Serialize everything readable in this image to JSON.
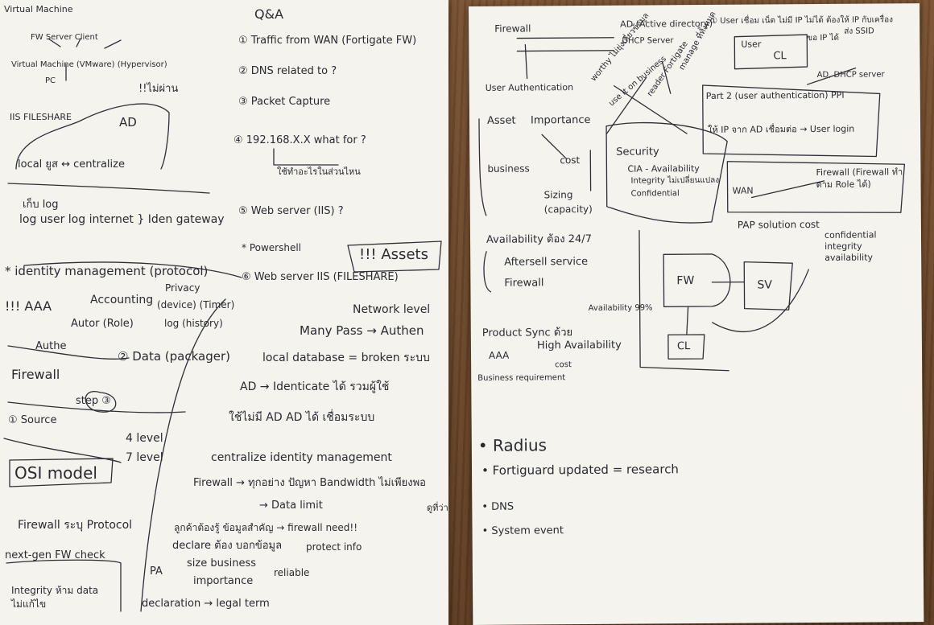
{
  "left_page": {
    "vm_title": "Virtual Machine",
    "vm_items": "FW  Server  Client",
    "vm_machine": "Virtual Machine (VMware) (Hypervisor)",
    "vm_pc": "PC",
    "mai_pass": "!!ไม่ผ่าน",
    "iis_fileshare": "IIS FILESHARE",
    "ad": "AD",
    "local_ad": "local  ยูส  ↔  centralize",
    "log_header": "เก็บ log",
    "log_line": "log user  log internet } Iden gateway",
    "identity": "* identity management (protocol)",
    "privacy": "Privacy",
    "device_timer": "(device) (Timer)",
    "aaa": "!!! AAA",
    "accounting": "Accounting",
    "autor": "Autor (Role)",
    "log_history": "log (history)",
    "authe": "Authe",
    "data_pack": "② Data (packager)",
    "firewall": "Firewall",
    "step3": "step ③",
    "source": "① Source",
    "four_level": "4 level",
    "seven_level": "7 level",
    "osi": "OSI model",
    "fw_protocol": "Firewall ระบุ Protocol",
    "next_gen": "next-gen FW  check",
    "integrity": "Integrity ห้าม data  ไม่แก้ไข"
  },
  "qa_page": {
    "qa_title": "Q&A",
    "q1": "① Traffic from WAN (Fortigate FW)",
    "q2": "② DNS related to ?",
    "q3": "③ Packet Capture",
    "q4": "④ 192.168.X.X     what for ?",
    "q4_note": "ใช้ทำอะไรในส่วนไหน",
    "q5": "⑤ Web server (IIS) ?",
    "powershell": "* Powershell",
    "q6": "⑥ Web server IIS (FILESHARE)",
    "assets": "!!! Assets",
    "network_level": "Network level",
    "many_pass": "Many Pass → Authen",
    "local_db": "local database = broken ระบบ",
    "ad_identicate": "AD → Identicate ได้ รวมผู้ใช้",
    "ad_line": "ใช้ไม่มี AD  AD ได้ เชื่อมระบบ",
    "centralize": "centralize identity management",
    "fw_bandwidth": "Firewall → ทุกอย่าง  ปัญหา Bandwidth ไม่เพียงพอ",
    "data_limit": "→ Data limit",
    "bw_note": "ดูที่ว่า",
    "declare_thai": "ลูกค้าต้องรู้ ข้อมูลสำคัญ → firewall need!!",
    "declare": "declare ต้อง บอกข้อมูล",
    "protect": "protect info",
    "pa": "PA",
    "size_business": "size business",
    "importance": "importance",
    "reliable": "reliable",
    "declaration": "declaration → legal term"
  },
  "right_page": {
    "firewall": "Firewall",
    "ad_active": "AD (Active directory)",
    "dhcp_server": "DHCP Server",
    "step1": "① User เชื่อม เน็ต ไม่มี IP ไม่ได้ ต้องให้ IP กับเครื่อง",
    "user": "User",
    "cl": "CL",
    "ask_ip": "ขอ IP ได้",
    "ad_dhcp": "AD, DHCP server",
    "send_ssid": "ส่ง SSID",
    "authen": "User Authentication",
    "notes_a": "worthy ไม่ยุ่งเกี่ยวข้อมูล",
    "notes_b": "use it on business",
    "notes_c": "reader Fortigate",
    "notes_d": "manage ที่ทั้งหมด",
    "part2": "Part 2 (user authentication) PPI",
    "ip_ad": "ให้ IP จาก AD เชื่อมต่อ → User login",
    "asset": "Asset",
    "importance": "Importance",
    "business": "business",
    "cost": "cost",
    "sizing": "Sizing (capacity)",
    "security": "Security",
    "cia": "CIA - Availability",
    "integrity": "Integrity ไม่เปลี่ยนแปลง",
    "confidential": "Confidential",
    "firewall2": "Firewall (Firewall ทำตาม Role ได้)",
    "wan": "WAN",
    "availability": "Availability ต้อง 24/7",
    "aftersell": "Aftersell service",
    "firewall_box": "Firewall",
    "avail_99": "Availability 99%",
    "fw": "FW",
    "sv": "SV",
    "cl2": "CL",
    "pap": "PAP solution cost",
    "confidential_r": "confidential",
    "integrity_r": "integrity",
    "availability_r": "availability",
    "product_sync": "Product Sync ด้วย",
    "aaa": "AAA",
    "high_avail": "High Availability",
    "business_req": "Business requirement",
    "cost2": "cost",
    "radius": "• Radius",
    "fortiguard": "• Fortiguard updated = research",
    "dns": "• DNS",
    "system_event": "• System event"
  }
}
